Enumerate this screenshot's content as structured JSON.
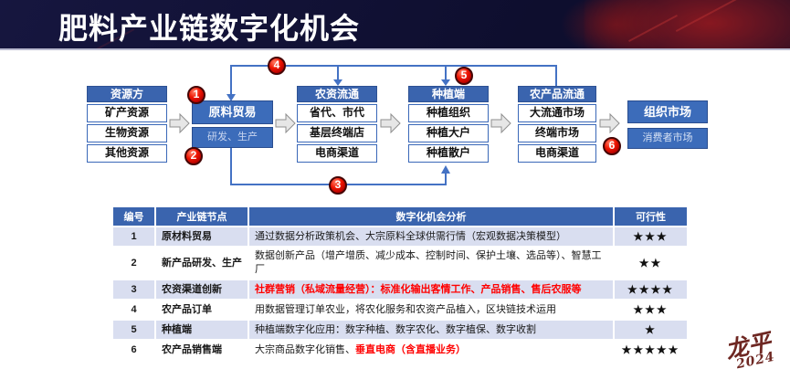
{
  "title": "肥料产业链数字化机会",
  "colors": {
    "background_navy": "#12122f",
    "flow_box_blue": "#3c6cba",
    "table_header_blue": "#3a64ae",
    "band_row_blue": "#d9def0",
    "connector_blue": "#4472c4",
    "badge_red": "#e10000",
    "highlight_red": "#ff0000",
    "dragon_dark_red": "#8e1a1e",
    "signature_red": "#6e2722"
  },
  "flow": {
    "columns": [
      {
        "header": "资源方",
        "items": [
          "矿产资源",
          "生物资源",
          "其他资源"
        ]
      },
      {
        "header": "农资流通",
        "items": [
          "省代、市代",
          "基层终端店",
          "电商渠道"
        ]
      },
      {
        "header": "种植端",
        "items": [
          "种植组织",
          "种植大户",
          "种植散户"
        ]
      },
      {
        "header": "农产品流通",
        "items": [
          "大流通市场",
          "终端市场",
          "电商渠道"
        ]
      }
    ],
    "trade_box": "原料贸易",
    "rd_box": "研发、生产",
    "org_market_box": "组织市场",
    "consumer_market_box": "消费者市场",
    "badges": [
      "1",
      "2",
      "3",
      "4",
      "5",
      "6"
    ]
  },
  "table": {
    "headers": [
      "编号",
      "产业链节点",
      "数字化机会分析",
      "可行性"
    ],
    "rows": [
      {
        "num": "1",
        "node": "原材料贸易",
        "analysis": "通过数据分析政策机会、大宗原料全球供需行情（宏观数据决策模型）",
        "analysis_red": "",
        "stars": "★★★"
      },
      {
        "num": "2",
        "node": "新产品研发、生产",
        "analysis": "数据创新产品（增产增质、减少成本、控制时间、保护土壤、选品等）、智慧工厂",
        "analysis_red": "",
        "stars": "★★"
      },
      {
        "num": "3",
        "node": "农资渠道创新",
        "analysis": "",
        "analysis_red": "社群营销（私域流量经营）：标准化输出客情工作、产品销售、售后农服等",
        "stars": "★★★★"
      },
      {
        "num": "4",
        "node": "农产品订单",
        "analysis": "用数据管理订单农业，将农化服务和农资产品植入，区块链技术运用",
        "analysis_red": "",
        "stars": "★★★"
      },
      {
        "num": "5",
        "node": "种植端",
        "analysis": "种植端数字化应用：数字种植、数字农化、数字植保、数字收割",
        "analysis_red": "",
        "stars": "★"
      },
      {
        "num": "6",
        "node": "农产品销售端",
        "analysis": "大宗商品数字化销售、",
        "analysis_red": "垂直电商（含直播业务）",
        "stars": "★★★★★"
      }
    ]
  },
  "signature": {
    "line1": "龙平",
    "line2": "2024"
  }
}
